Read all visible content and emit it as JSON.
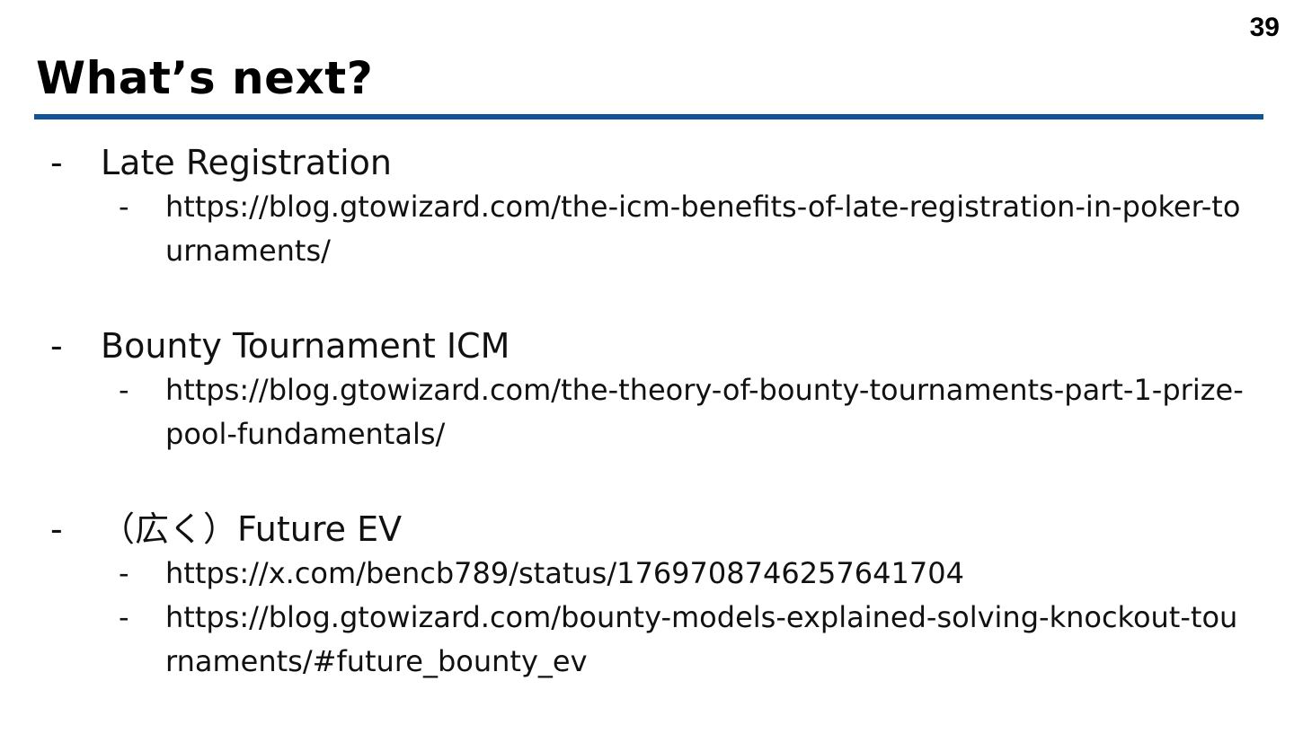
{
  "page_number": "39",
  "title": "What’s next?",
  "sections": [
    {
      "label": "Late Registration",
      "links": [
        "https://blog.gtowizard.com/the-icm-benefits-of-late-registration-in-poker-tournaments/"
      ]
    },
    {
      "label": "Bounty Tournament ICM",
      "links": [
        "https://blog.gtowizard.com/the-theory-of-bounty-tournaments-part-1-prize-pool-fundamentals/"
      ]
    },
    {
      "label": "（広く）Future EV",
      "links": [
        "https://x.com/bencb789/status/1769708746257641704",
        "https://blog.gtowizard.com/bounty-models-explained-solving-knockout-tournaments/#future_bounty_ev"
      ]
    }
  ],
  "colors": {
    "accent": "#0f5499",
    "text": "#111111"
  }
}
